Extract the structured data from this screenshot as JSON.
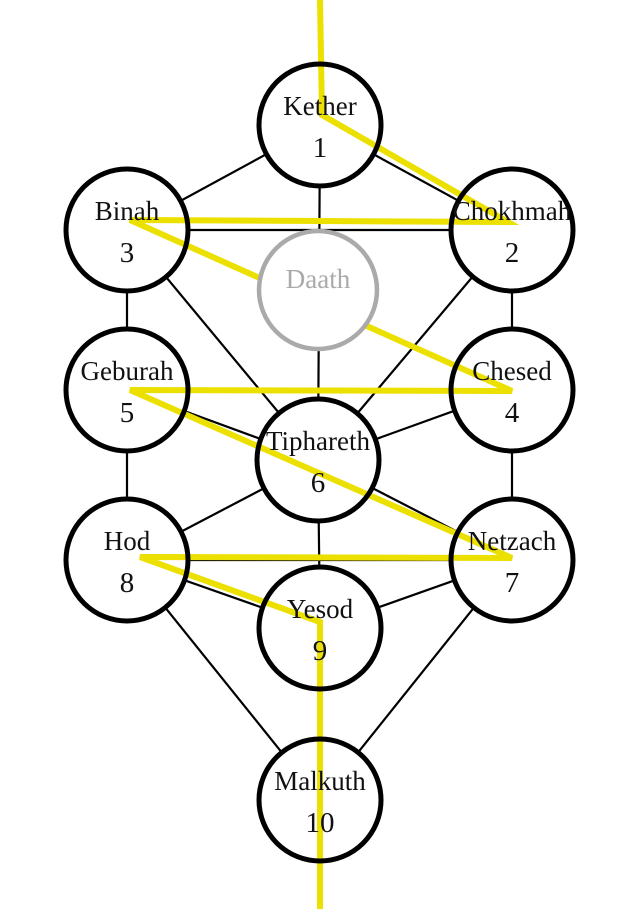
{
  "title": "Tree of Life",
  "colors": {
    "lightning": "#ece000",
    "node_stroke": "#000000",
    "daath_stroke": "#aaaaaa",
    "path": "#000000"
  },
  "sephirot": [
    {
      "id": "kether",
      "name": "Kether",
      "number": "1"
    },
    {
      "id": "chokhmah",
      "name": "Chokhmah",
      "number": "2"
    },
    {
      "id": "binah",
      "name": "Binah",
      "number": "3"
    },
    {
      "id": "chesed",
      "name": "Chesed",
      "number": "4"
    },
    {
      "id": "geburah",
      "name": "Geburah",
      "number": "5"
    },
    {
      "id": "tiphareth",
      "name": "Tiphareth",
      "number": "6"
    },
    {
      "id": "netzach",
      "name": "Netzach",
      "number": "7"
    },
    {
      "id": "hod",
      "name": "Hod",
      "number": "8"
    },
    {
      "id": "yesod",
      "name": "Yesod",
      "number": "9"
    },
    {
      "id": "malkuth",
      "name": "Malkuth",
      "number": "10"
    }
  ],
  "daath": {
    "name": "Daath"
  },
  "paths": [
    [
      "kether",
      "chokhmah"
    ],
    [
      "kether",
      "binah"
    ],
    [
      "kether",
      "tiphareth"
    ],
    [
      "chokhmah",
      "binah"
    ],
    [
      "chokhmah",
      "chesed"
    ],
    [
      "chokhmah",
      "tiphareth"
    ],
    [
      "binah",
      "geburah"
    ],
    [
      "binah",
      "tiphareth"
    ],
    [
      "chesed",
      "geburah"
    ],
    [
      "chesed",
      "tiphareth"
    ],
    [
      "chesed",
      "netzach"
    ],
    [
      "geburah",
      "tiphareth"
    ],
    [
      "geburah",
      "hod"
    ],
    [
      "tiphareth",
      "netzach"
    ],
    [
      "tiphareth",
      "hod"
    ],
    [
      "tiphareth",
      "yesod"
    ],
    [
      "netzach",
      "hod"
    ],
    [
      "netzach",
      "yesod"
    ],
    [
      "netzach",
      "malkuth"
    ],
    [
      "hod",
      "yesod"
    ],
    [
      "hod",
      "malkuth"
    ],
    [
      "yesod",
      "malkuth"
    ]
  ],
  "lightning_order": [
    "kether",
    "chokhmah",
    "binah",
    "chesed",
    "geburah",
    "netzach",
    "hod",
    "yesod",
    "malkuth"
  ]
}
